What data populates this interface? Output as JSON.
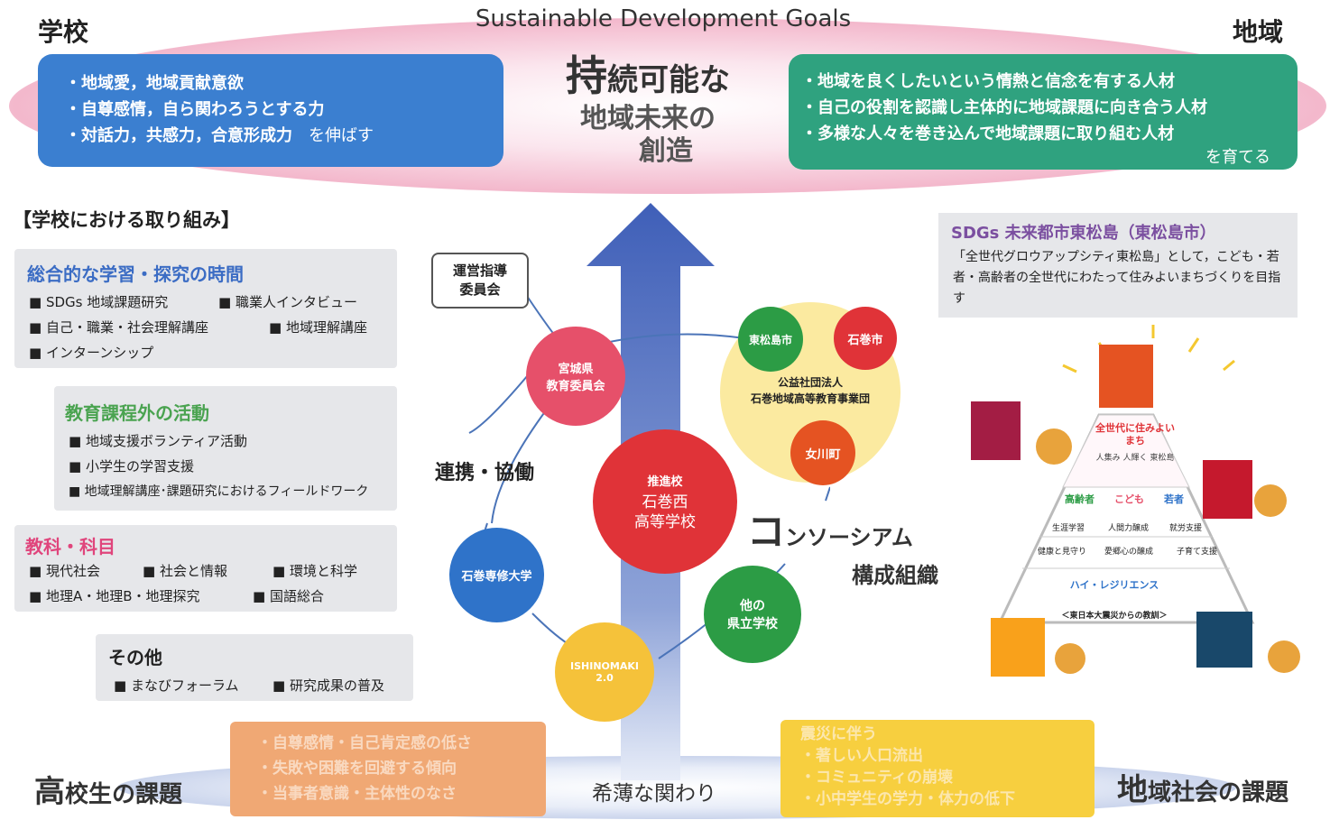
{
  "header": {
    "left_title": "学校",
    "right_title": "地域",
    "sdg_title": "Sustainable Development Goals"
  },
  "school_goals": {
    "items": [
      "・地域愛，地域貢献意欲",
      "・自尊感情，自ら関わろうとする力",
      "・対話力，共感力，合意形成力"
    ],
    "suffix": "を伸ばす"
  },
  "center_title": {
    "line1_big": "持",
    "line1_rest": "続可能な",
    "line2": "地域未来の",
    "line3": "創造"
  },
  "region_goals": {
    "items": [
      "・地域を良くしたいという情熱と信念を有する人材",
      "・自己の役割を認識し主体的に地域課題に向き合う人材",
      "・多様な人々を巻き込んで地域課題に取り組む人材"
    ],
    "suffix": "を育てる"
  },
  "school_efforts": {
    "heading": "【学校における取り組み】",
    "integrated": {
      "title": "総合的な学習・探究の時間",
      "items": [
        "■ SDGs 地域課題研究",
        "■ 職業人インタビュー",
        "■ 自己・職業・社会理解講座",
        "■ 地域理解講座",
        "■ インターンシップ"
      ]
    },
    "extracurricular": {
      "title": "教育課程外の活動",
      "items": [
        "■ 地域支援ボランティア活動",
        "■ 小学生の学習支援",
        "■ 地域理解講座･課題研究におけるフィールドワーク"
      ]
    },
    "subjects": {
      "title": "教科・科目",
      "items": [
        "■ 現代社会",
        "■ 社会と情報",
        "■ 環境と科学",
        "■ 地理A・地理B・地理探究",
        "■ 国語総合"
      ]
    },
    "others": {
      "title": "その他",
      "items": [
        "■ まなびフォーラム",
        "■ 研究成果の普及"
      ]
    }
  },
  "network": {
    "steering_committee": "運営指導\n委員会",
    "board": "宮城県\n教育委員会",
    "core_school_tag": "推進校",
    "core_school": "石巻西\n高等学校",
    "university": "石巻専修大学",
    "ishinomaki": "ISHINOMAKI\n2.0",
    "prefectural": "他の\n県立学校",
    "foundation": "公益社団法人\n石巻地域高等教育事業団",
    "city_higashimatsushima": "東松島市",
    "city_ishinomaki": "石巻市",
    "town_onagawa": "女川町",
    "collab_label": "連携・協働",
    "consortium_big": "コ",
    "consortium_rest": "ンソーシアム",
    "consortium_sub": "構成組織"
  },
  "sdg_city": {
    "title": "SDGs 未来都市東松島（東松島市）",
    "desc": "「全世代グロウアップシティ東松島」として，こども・若者・高齢者の全世代にわたって住みよいまちづくりを目指す"
  },
  "pyramid": {
    "top": "全世代に住みよいまち",
    "top_sub": "人集み 人輝く 東松島",
    "row_labels": [
      "高齢者",
      "こども",
      "若者"
    ],
    "row_items": [
      "生涯学習",
      "人間力醸成",
      "就労支援",
      "健康と見守り",
      "愛郷心の醸成",
      "子育て支援"
    ],
    "base": "ハイ・レジリエンス",
    "base_sub": "＜東日本大震災からの教訓＞"
  },
  "bottom": {
    "left_title_big": "高",
    "left_title_rest": "校生の課題",
    "left_items": [
      "・自尊感情・自己肯定感の低さ",
      "・失敗や困難を回避する傾向",
      "・当事者意識・主体性のなさ"
    ],
    "center": "希薄な関わり",
    "right_items": [
      "震災に伴う",
      "・著しい人口流出",
      "・コミュニティの崩壊",
      "・小中学生の学力・体力の低下"
    ],
    "right_title_big": "地",
    "right_title_rest": "域社会の課題"
  },
  "colors": {
    "blue": "#3b7fd0",
    "green": "#2fa27f",
    "red": "#e03338",
    "pink": "#e6506a",
    "arrow": "#3f5fb8",
    "orange": "#f0a874",
    "yellow": "#f7cf3f"
  }
}
